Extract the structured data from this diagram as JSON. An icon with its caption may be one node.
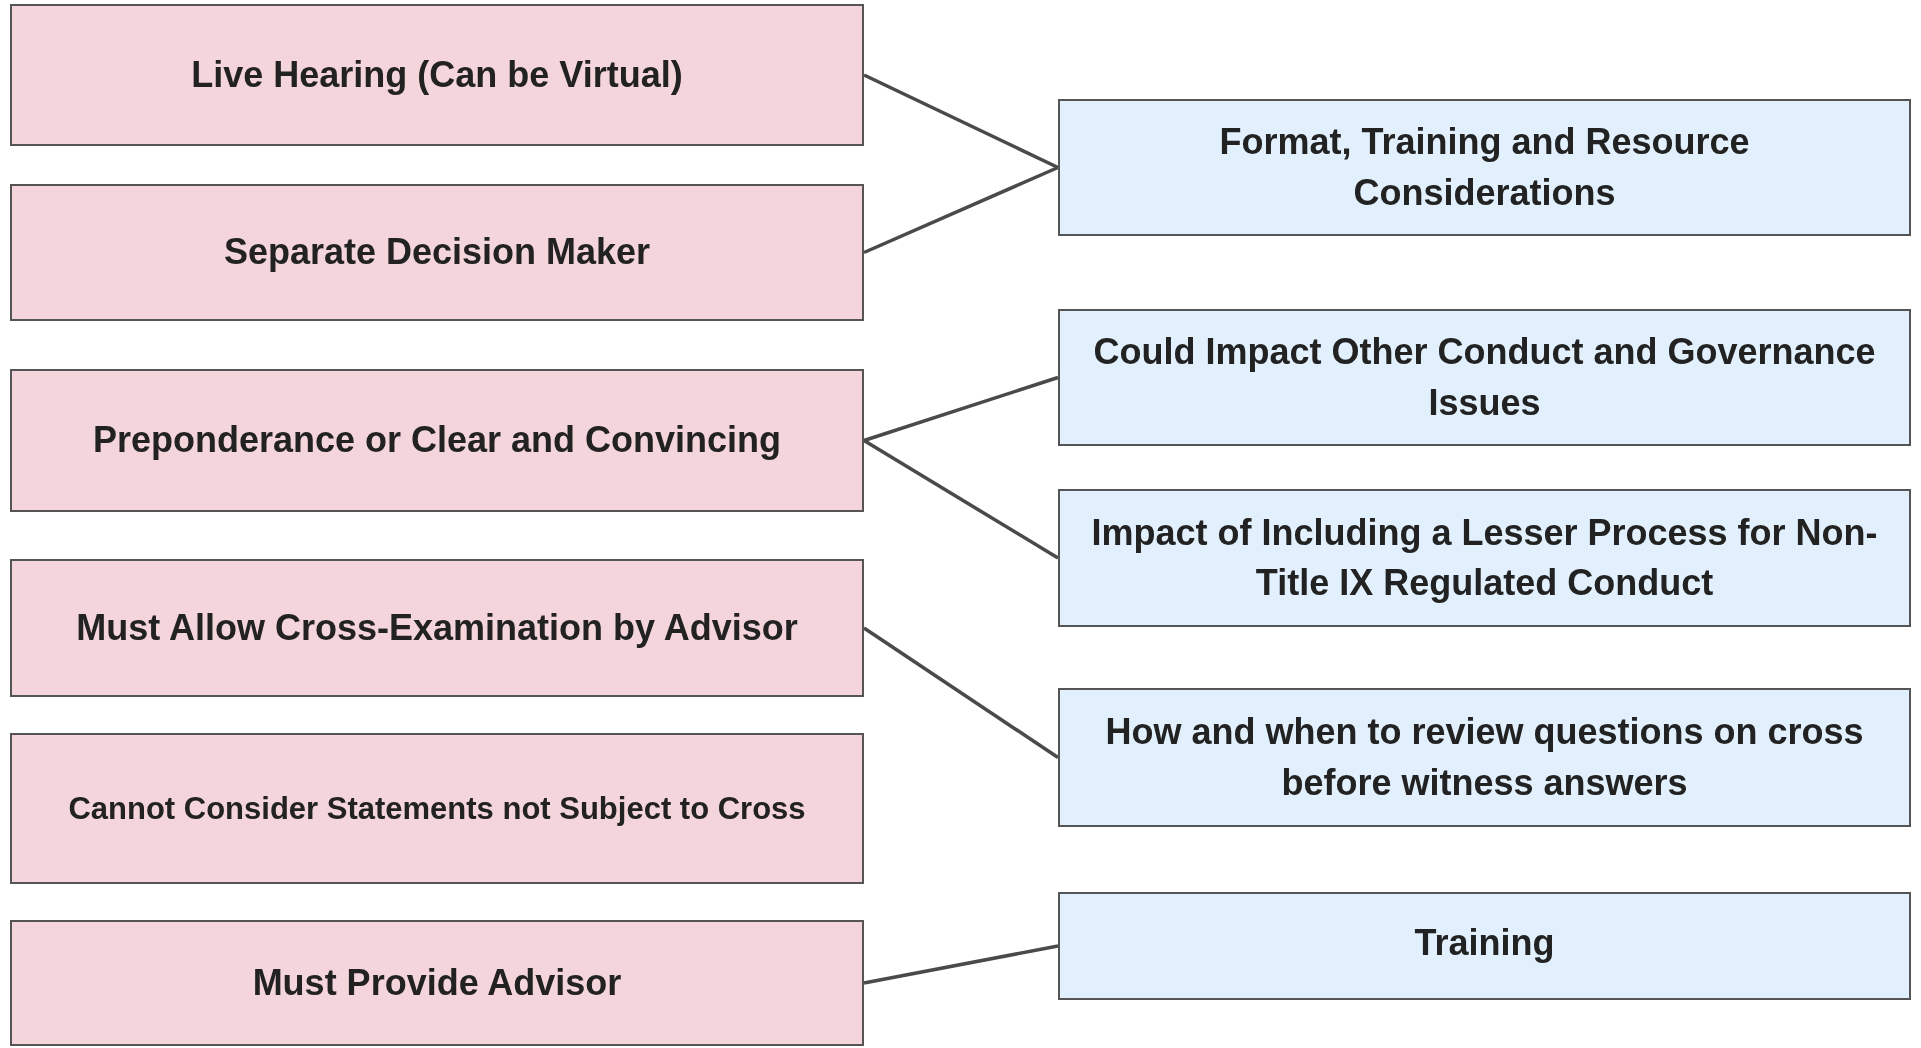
{
  "diagram": {
    "nodes": [
      {
        "text": [
          "Live Hearing (Can be Virtual)"
        ]
      },
      {
        "text": [
          "Separate Decision Maker"
        ]
      },
      {
        "text": [
          "Preponderance or Clear and Convincing"
        ]
      },
      {
        "text": [
          "Must Allow Cross-Examination by Advisor"
        ]
      },
      {
        "text": [
          "Cannot Consider Statements not Subject to Cross"
        ]
      },
      {
        "text": [
          "Must Provide Advisor"
        ]
      },
      {
        "text": [
          "Format, Training and Resource Considerations"
        ]
      },
      {
        "text": [
          "Could Impact Other Conduct and Governance Issues"
        ]
      },
      {
        "text": [
          "Impact of Including a Lesser Process for Non-Title IX Regulated Conduct"
        ]
      },
      {
        "text": [
          "How and when to review questions on cross before witness answers"
        ]
      },
      {
        "text": [
          "Training"
        ]
      }
    ],
    "edges": [
      {
        "from": 0,
        "to": 6,
        "arrow": "none"
      },
      {
        "from": 1,
        "to": 6,
        "arrow": "none"
      },
      {
        "from": 2,
        "to": 7,
        "arrow": "none"
      },
      {
        "from": 2,
        "to": 8,
        "arrow": "none"
      },
      {
        "from": 3,
        "to": 9,
        "arrow": "none"
      },
      {
        "from": 5,
        "to": 10,
        "arrow": "none"
      }
    ]
  }
}
